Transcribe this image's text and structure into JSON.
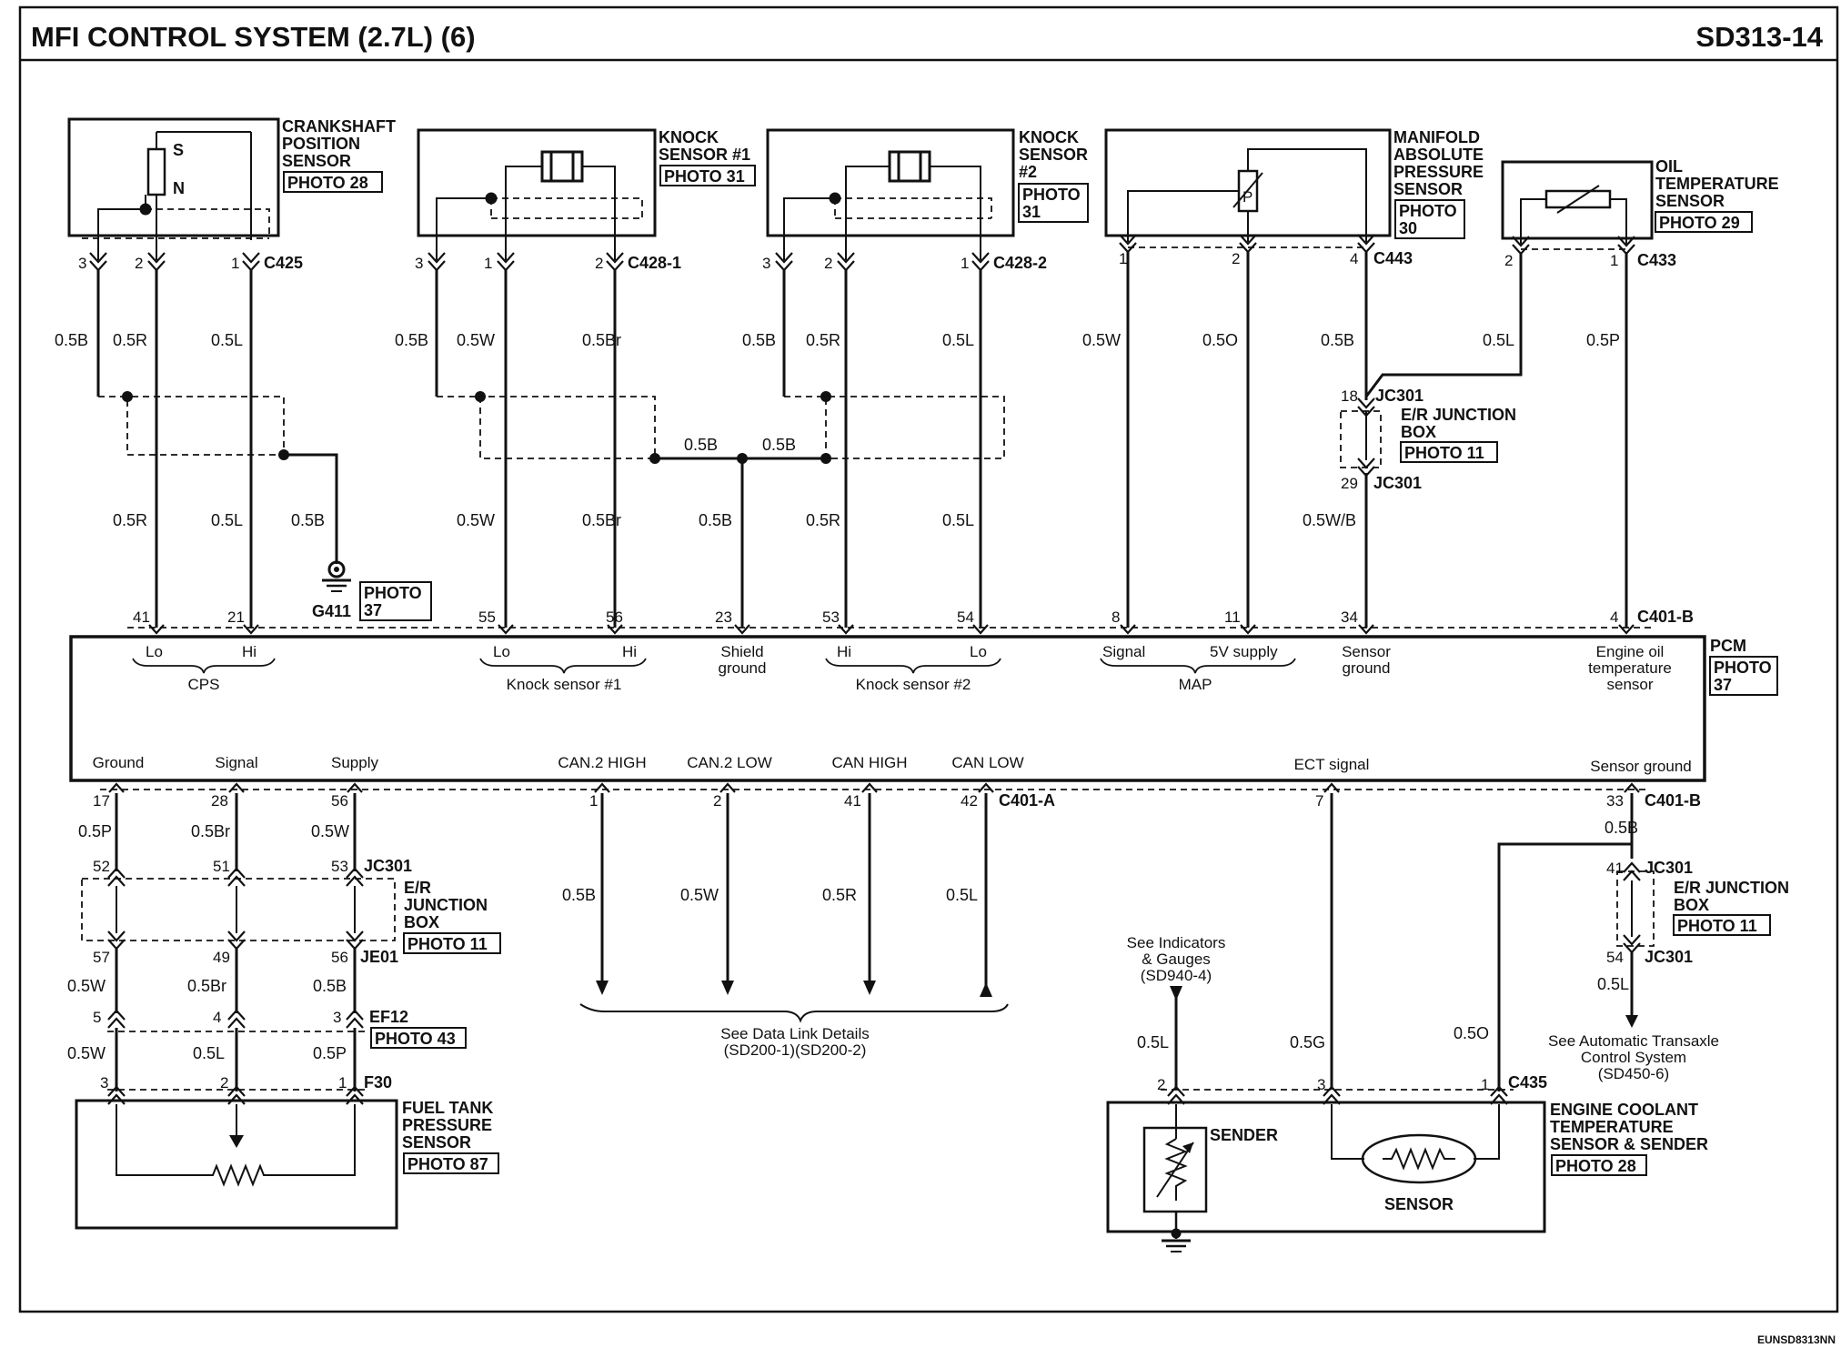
{
  "header": {
    "title": "MFI CONTROL SYSTEM (2.7L) (6)",
    "code": "SD313-14"
  },
  "footer": {
    "code": "EUNSD8313NN"
  },
  "components": {
    "cps": {
      "name": [
        "CRANKSHAFT",
        "POSITION",
        "SENSOR"
      ],
      "photo": "PHOTO 28",
      "magnet": [
        "S",
        "N"
      ]
    },
    "ks1": {
      "name": [
        "KNOCK",
        "SENSOR #1"
      ],
      "photo": "PHOTO 31"
    },
    "ks2": {
      "name": [
        "KNOCK",
        "SENSOR",
        "#2"
      ],
      "photo": [
        "PHOTO",
        "31"
      ]
    },
    "map": {
      "name": [
        "MANIFOLD",
        "ABSOLUTE",
        "PRESSURE",
        "SENSOR"
      ],
      "photo": [
        "PHOTO",
        "30"
      ],
      "element": "P"
    },
    "ots": {
      "name": [
        "OIL",
        "TEMPERATURE",
        "SENSOR"
      ],
      "photo": "PHOTO 29"
    },
    "ftps": {
      "name": [
        "FUEL TANK",
        "PRESSURE",
        "SENSOR"
      ],
      "photo": "PHOTO 87"
    },
    "ects": {
      "name": [
        "ENGINE COOLANT",
        "TEMPERATURE",
        "SENSOR & SENDER"
      ],
      "photo": "PHOTO 28",
      "sender": "SENDER",
      "sensor": "SENSOR"
    },
    "ground": {
      "id": "G411",
      "photo": [
        "PHOTO",
        "37"
      ]
    },
    "pcm": {
      "name": "PCM",
      "photo": [
        "PHOTO",
        "37"
      ]
    },
    "jb_top": {
      "name": [
        "E/R JUNCTION",
        "BOX"
      ],
      "photo": "PHOTO 11"
    },
    "jb_left": {
      "name": [
        "E/R",
        "JUNCTION",
        "BOX"
      ],
      "photo": "PHOTO 11"
    },
    "jb_right": {
      "name": [
        "E/R JUNCTION",
        "BOX"
      ],
      "photo": "PHOTO 11"
    },
    "ef12_photo": "PHOTO 43"
  },
  "connectors": {
    "c425": "C425",
    "c428_1": "C428-1",
    "c428_2": "C428-2",
    "c443": "C443",
    "c433": "C433",
    "c401b": "C401-B",
    "c401a": "C401-A",
    "jc301": "JC301",
    "je01": "JE01",
    "ef12": "EF12",
    "f30": "F30",
    "c435": "C435"
  },
  "pins": {
    "cps": [
      "3",
      "2",
      "1"
    ],
    "ks1": [
      "3",
      "1",
      "2"
    ],
    "ks2": [
      "3",
      "2",
      "1"
    ],
    "map": [
      "1",
      "2",
      "4"
    ],
    "ots": [
      "2",
      "1"
    ],
    "pcm_top": [
      "41",
      "21",
      "55",
      "56",
      "23",
      "53",
      "54",
      "8",
      "11",
      "34",
      "4"
    ],
    "jc_top": [
      "18",
      "29"
    ],
    "pcm_bottom": [
      "17",
      "28",
      "56",
      "1",
      "2",
      "41",
      "42",
      "7",
      "33"
    ],
    "jc_left": [
      "52",
      "51",
      "53"
    ],
    "je01": [
      "57",
      "49",
      "56"
    ],
    "ef12": [
      "5",
      "4",
      "3"
    ],
    "f30": [
      "3",
      "2",
      "1"
    ],
    "jc_right": [
      "41",
      "54"
    ],
    "c435": [
      "2",
      "3",
      "1"
    ]
  },
  "wires": {
    "cps_upper": [
      "0.5B",
      "0.5R",
      "0.5L"
    ],
    "cps_lower": [
      "0.5R",
      "0.5L"
    ],
    "gnd": "0.5B",
    "ks1_upper": [
      "0.5B",
      "0.5W",
      "0.5Br"
    ],
    "ks1_lower": [
      "0.5W",
      "0.5Br"
    ],
    "shield": [
      "0.5B",
      "0.5B",
      "0.5B"
    ],
    "ks2_upper": [
      "0.5B",
      "0.5R",
      "0.5L"
    ],
    "ks2_lower": [
      "0.5R",
      "0.5L"
    ],
    "map_upper": [
      "0.5W",
      "0.5O",
      "0.5B"
    ],
    "map_lower": "0.5W/B",
    "ots": [
      "0.5L",
      "0.5P"
    ],
    "left_1": [
      "0.5P",
      "0.5Br",
      "0.5W"
    ],
    "left_2": [
      "0.5W",
      "0.5Br",
      "0.5B"
    ],
    "left_3": [
      "0.5W",
      "0.5L",
      "0.5P"
    ],
    "can": [
      "0.5B",
      "0.5W",
      "0.5R",
      "0.5L"
    ],
    "ect": [
      "0.5L",
      "0.5G",
      "0.5O"
    ],
    "sg_right": [
      "0.5B",
      "0.5L"
    ]
  },
  "pcm_labels": {
    "cps": {
      "lo": "Lo",
      "hi": "Hi",
      "name": "CPS"
    },
    "ks1": {
      "lo": "Lo",
      "hi": "Hi",
      "name": "Knock sensor #1"
    },
    "shield": [
      "Shield",
      "ground"
    ],
    "ks2": {
      "hi": "Hi",
      "lo": "Lo",
      "name": "Knock sensor #2"
    },
    "map": {
      "signal": "Signal",
      "supply": "5V supply",
      "name": "MAP"
    },
    "sensor_ground": [
      "Sensor",
      "ground"
    ],
    "oil": [
      "Engine oil",
      "temperature",
      "sensor"
    ],
    "bottom": [
      "Ground",
      "Signal",
      "Supply",
      "CAN.2 HIGH",
      "CAN.2 LOW",
      "CAN HIGH",
      "CAN LOW",
      "ECT signal",
      "Sensor ground"
    ]
  },
  "notes": {
    "data_link": [
      "See Data Link Details",
      "(SD200-1)(SD200-2)"
    ],
    "indicators": [
      "See Indicators",
      "& Gauges",
      "(SD940-4)"
    ],
    "transaxle": [
      "See Automatic Transaxle",
      "Control System",
      "(SD450-6)"
    ]
  }
}
